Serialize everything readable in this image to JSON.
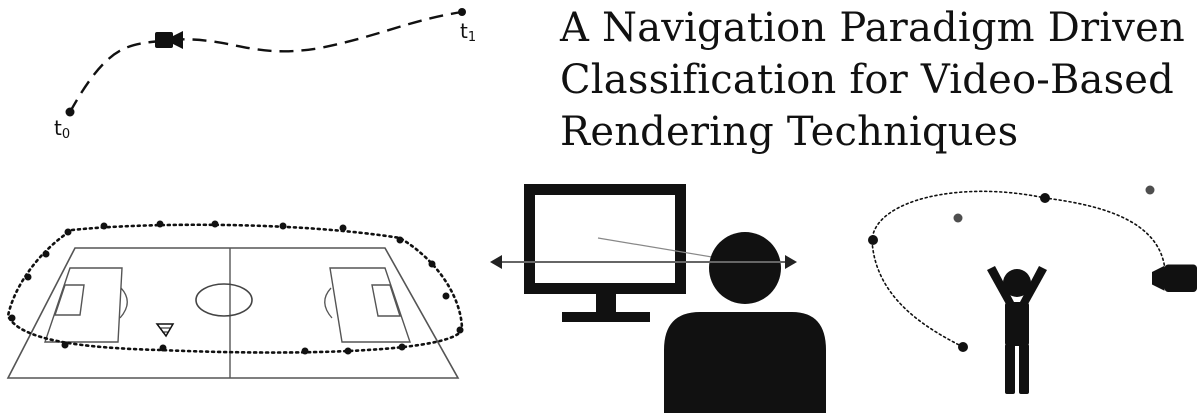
{
  "title": {
    "line1": "A Navigation Paradigm Driven",
    "line2": "Classification for Video-Based",
    "line3": "Rendering Techniques"
  },
  "trajectory": {
    "start_label": "t",
    "start_sub": "0",
    "end_label": "t",
    "end_sub": "1"
  },
  "icons": {
    "trajectory_camera": "video-camera-icon",
    "field_camera": "camera-icon",
    "monitor": "monitor-icon",
    "viewer": "person-icon",
    "free_camera": "video-camera-icon",
    "cheering_person": "person-arms-raised-icon"
  },
  "colors": {
    "ink": "#111111",
    "field_line": "#555555",
    "sightline": "#888888"
  }
}
